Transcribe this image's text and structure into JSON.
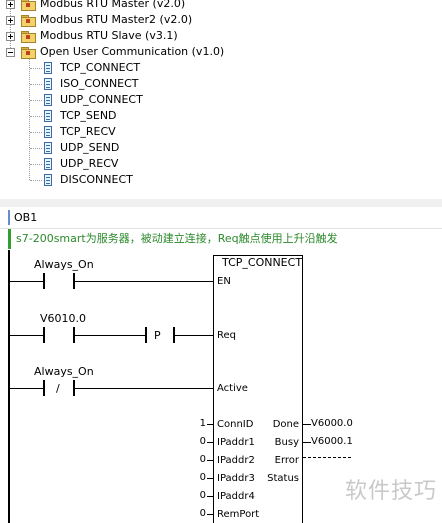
{
  "tree": {
    "items": [
      {
        "label": "Modbus RTU Master (v2.0)"
      },
      {
        "label": "Modbus RTU Master2 (v2.0)"
      },
      {
        "label": "Modbus RTU Slave (v3.1)"
      },
      {
        "label": "Open User Communication (v1.0)"
      }
    ],
    "children": [
      {
        "label": "TCP_CONNECT"
      },
      {
        "label": "ISO_CONNECT"
      },
      {
        "label": "UDP_CONNECT"
      },
      {
        "label": "TCP_SEND"
      },
      {
        "label": "TCP_RECV"
      },
      {
        "label": "UDP_SEND"
      },
      {
        "label": "UDP_RECV"
      },
      {
        "label": "DISCONNECT"
      }
    ]
  },
  "program": {
    "block_name": "OB1",
    "comment": "s7-200smart为服务器，被动建立连接，Req触点使用上升沿触发"
  },
  "ladder": {
    "contacts": [
      {
        "label": "Always_On"
      },
      {
        "label": "V6010.0"
      },
      {
        "label": "Always_On"
      }
    ],
    "edge_symbol": "P",
    "negate_symbol": "/",
    "box": {
      "title": "TCP_CONNECT",
      "en": "EN",
      "inputs": [
        "Req",
        "Active"
      ],
      "params": [
        {
          "name": "ConnID",
          "value": "1"
        },
        {
          "name": "IPaddr1",
          "value": "0"
        },
        {
          "name": "IPaddr2",
          "value": "0"
        },
        {
          "name": "IPaddr3",
          "value": "0"
        },
        {
          "name": "IPaddr4",
          "value": "0"
        },
        {
          "name": "RemPort",
          "value": "0"
        }
      ],
      "outputs": [
        {
          "name": "Done",
          "value": "V6000.0"
        },
        {
          "name": "Busy",
          "value": "V6000.1"
        },
        {
          "name": "Error",
          "value": ""
        },
        {
          "name": "Status",
          "value": ""
        }
      ]
    }
  },
  "watermark": "软件技巧"
}
